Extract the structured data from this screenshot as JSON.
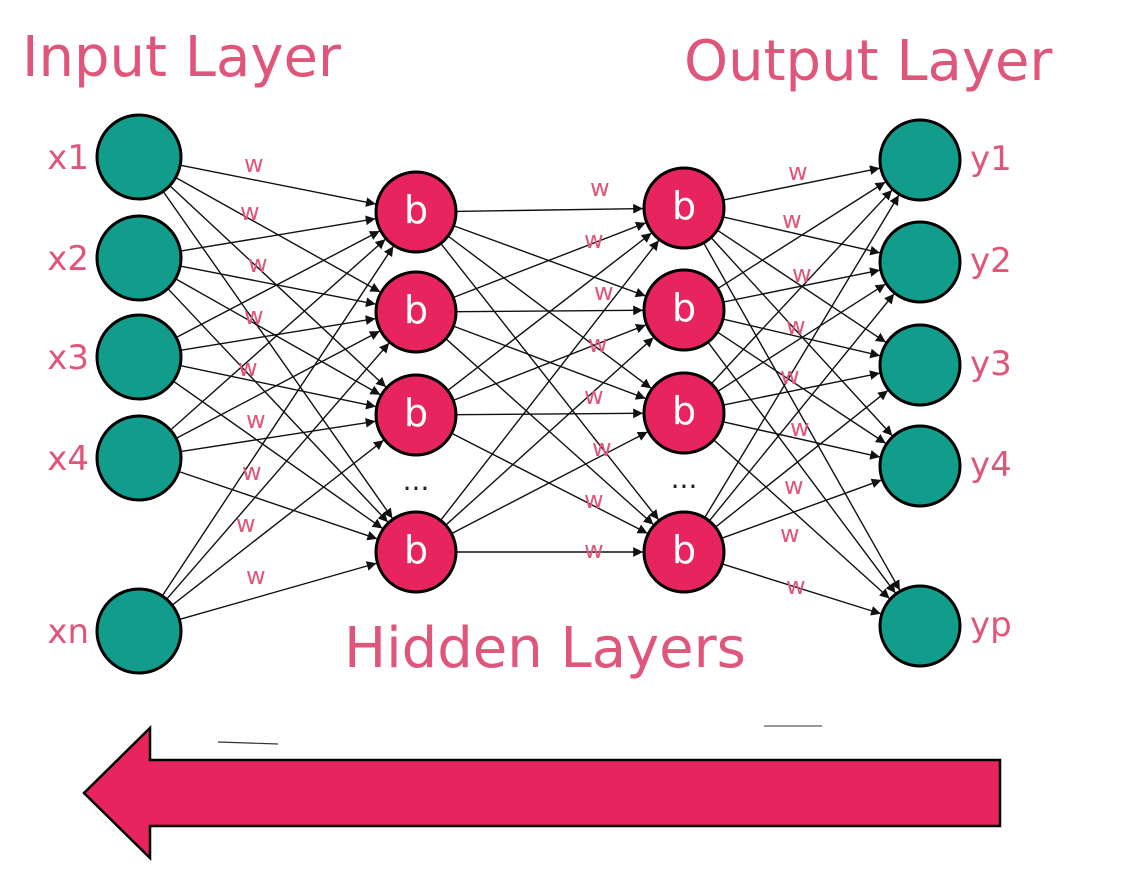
{
  "titles": {
    "input": "Input Layer",
    "output": "Output Layer",
    "hidden": "Hidden Layers"
  },
  "inputs": [
    "x1",
    "x2",
    "x3",
    "x4",
    "xn"
  ],
  "outputs": [
    "y1",
    "y2",
    "y3",
    "y4",
    "yp"
  ],
  "bias_label": "b",
  "weight_label": "w",
  "ellipsis": "...",
  "colors": {
    "input_node": "#119c8c",
    "hidden_node": "#e8245e",
    "output_node": "#119c8c",
    "text": "#e0567a",
    "arrow": "#e8245e"
  },
  "arrow": {
    "direction": "left"
  }
}
